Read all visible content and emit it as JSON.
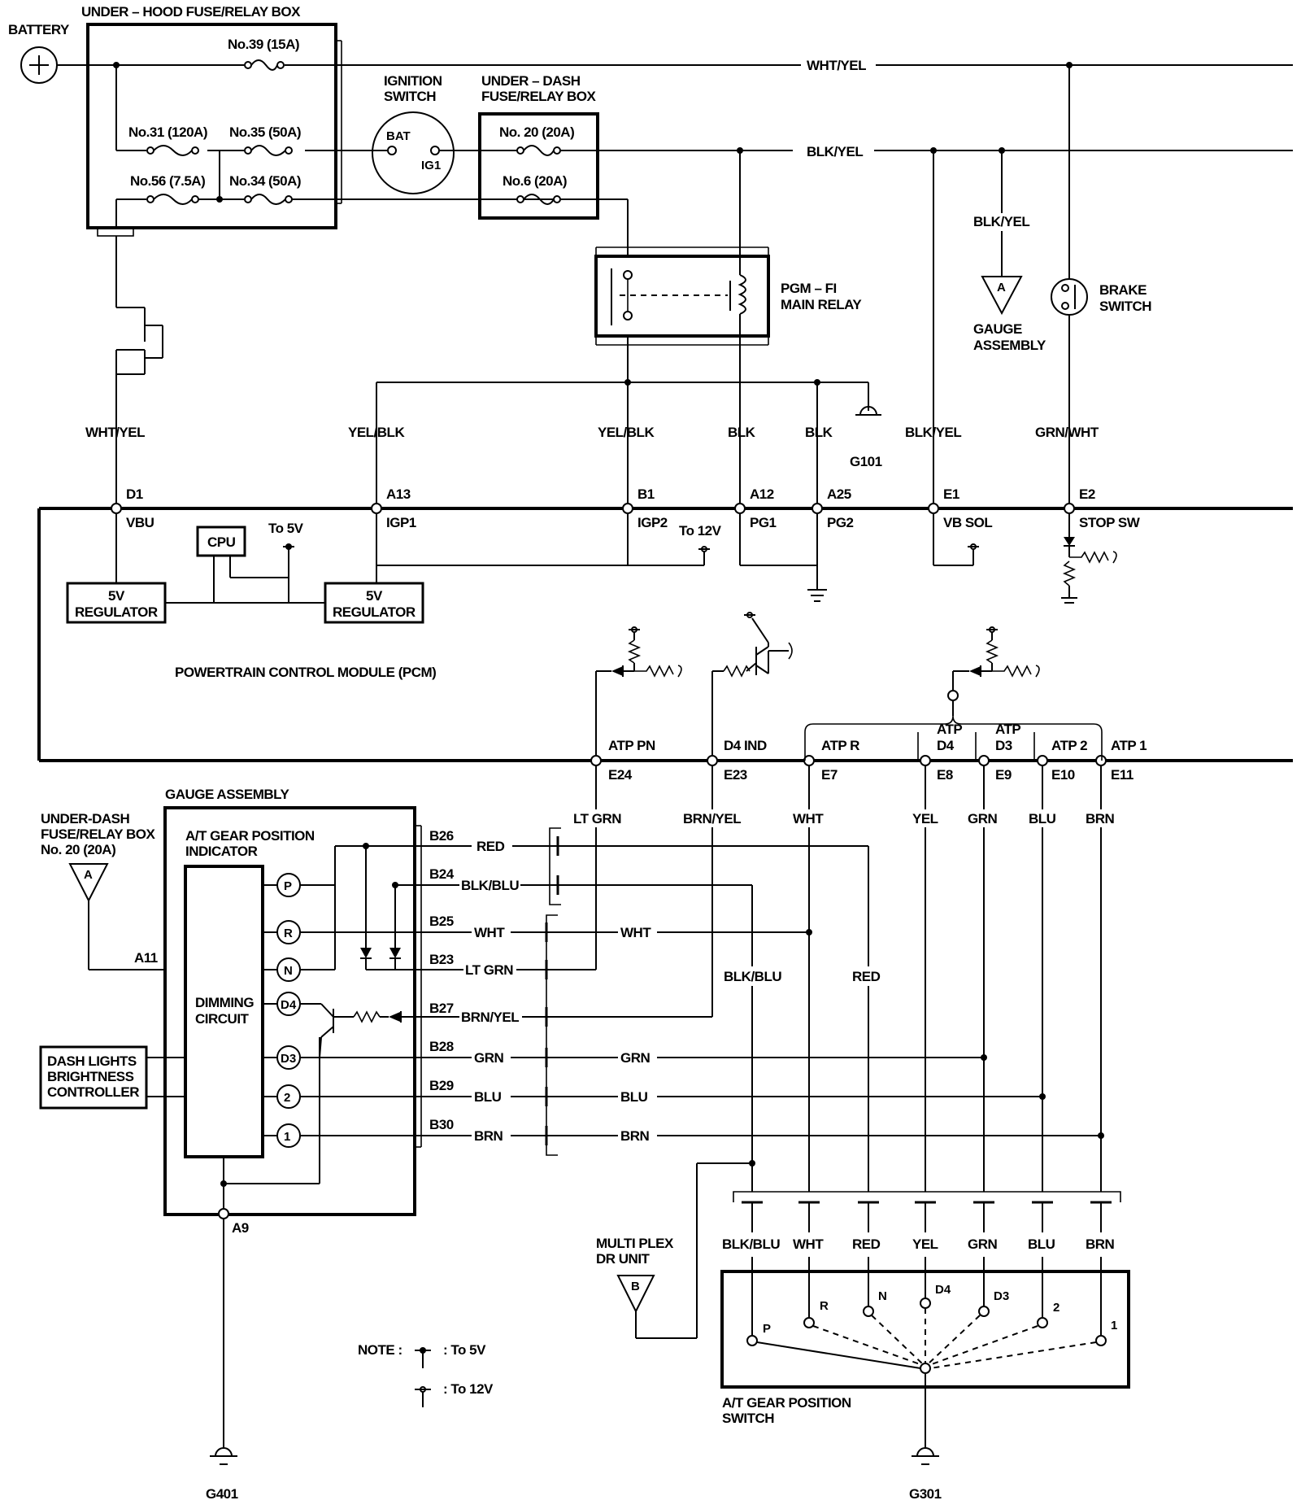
{
  "labels": {
    "underhood": "UNDER – HOOD FUSE/RELAY BOX",
    "battery": "BATTERY",
    "f39": "No.39 (15A)",
    "f31": "No.31 (120A)",
    "f35": "No.35 (50A)",
    "f56": "No.56 (7.5A)",
    "f34": "No.34 (50A)",
    "ign1": "IGNITION",
    "ign2": "SWITCH",
    "bat": "BAT",
    "ig1": "IG1",
    "ud1": "UNDER – DASH",
    "ud2": "FUSE/RELAY BOX",
    "f20": "No. 20 (20A)",
    "f6": "No.6 (20A)",
    "whtyel_top": "WHT/YEL",
    "blkyel_top": "BLK/YEL",
    "blkyel_ga": "BLK/YEL",
    "pgm1": "PGM – FI",
    "pgm2": "MAIN RELAY",
    "gauge1": "GAUGE",
    "gauge2": "ASSEMBLY",
    "brake1": "BRAKE",
    "brake2": "SWITCH",
    "whtyel_d1": "WHT/YEL",
    "yelblk_a13": "YEL/BLK",
    "yelblk_b1": "YEL/BLK",
    "blk_a12": "BLK",
    "blk_a25": "BLK",
    "g101": "G101",
    "blkyel_e1": "BLK/YEL",
    "grnwht_e2": "GRN/WHT",
    "pD1": "D1",
    "pVBU": "VBU",
    "pA13": "A13",
    "pIGP1": "IGP1",
    "pB1": "B1",
    "pIGP2": "IGP2",
    "pA12": "A12",
    "pPG1": "PG1",
    "pA25": "A25",
    "pPG2": "PG2",
    "pE1": "E1",
    "pVBSOL": "VB SOL",
    "pE2": "E2",
    "pSTOP": "STOP SW",
    "cpu": "CPU",
    "to5v": "To 5V",
    "to12v": "To 12V",
    "reg_a1": "5V",
    "reg_a2": "REGULATOR",
    "reg_b1": "5V",
    "reg_b2": "REGULATOR",
    "pcm": "POWERTRAIN CONTROL MODULE (PCM)",
    "atppn": "ATP PN",
    "d4ind": "D4 IND",
    "atpr": "ATP R",
    "atpd4a": "ATP",
    "atpd4b": "D4",
    "atpd3a": "ATP",
    "atpd3b": "D3",
    "atp2": "ATP 2",
    "atp1": "ATP 1",
    "e24": "E24",
    "e23": "E23",
    "e7": "E7",
    "e8": "E8",
    "e9": "E9",
    "e10": "E10",
    "e11": "E11",
    "w_ltgrn": "LT GRN",
    "w_brnyel": "BRN/YEL",
    "w_wht": "WHT",
    "w_yel": "YEL",
    "w_grn": "GRN",
    "w_blu": "BLU",
    "w_brn": "BRN",
    "gauge_asm": "GAUGE ASSEMBLY",
    "atgpi1": "A/T GEAR POSITION",
    "atgpi2": "INDICATOR",
    "dim1": "DIMMING",
    "dim2": "CIRCUIT",
    "udfr1": "UNDER-DASH",
    "udfr2": "FUSE/RELAY BOX",
    "udfr3": "No. 20 (20A)",
    "a11": "A11",
    "a9": "A9",
    "dash1": "DASH LIGHTS",
    "dash2": "BRIGHTNESS",
    "dash3": "CONTROLLER",
    "ind_P": "P",
    "ind_R": "R",
    "ind_N": "N",
    "ind_D4": "D4",
    "ind_D3": "D3",
    "ind_2": "2",
    "ind_1": "1",
    "b26": "B26",
    "b24": "B24",
    "b25": "B25",
    "b23": "B23",
    "b27": "B27",
    "b28": "B28",
    "b29": "B29",
    "b30": "B30",
    "c_red": "RED",
    "c_blkblu": "BLK/BLU",
    "c_wht": "WHT",
    "c_ltgrn": "LT GRN",
    "c_brnyel": "BRN/YEL",
    "c_grn": "GRN",
    "c_blu": "BLU",
    "c_brn": "BRN",
    "c_wht2": "WHT",
    "c_grn2": "GRN",
    "c_blu2": "BLU",
    "c_brn2": "BRN",
    "v_blkblu": "BLK/BLU",
    "v_red": "RED",
    "mp1": "MULTI PLEX",
    "mp2": "DR UNIT",
    "sw_blkblu": "BLK/BLU",
    "sw_wht": "WHT",
    "sw_red": "RED",
    "sw_yel": "YEL",
    "sw_grn": "GRN",
    "sw_blu": "BLU",
    "sw_brn": "BRN",
    "sp_P": "P",
    "sp_R": "R",
    "sp_N": "N",
    "sp_D4": "D4",
    "sp_D3": "D3",
    "sp_2": "2",
    "sp_1": "1",
    "atgps1": "A/T GEAR POSITION",
    "atgps2": "SWITCH",
    "note": "NOTE :",
    "note5v": ": To 5V",
    "note12v": ": To 12V",
    "g401": "G401",
    "g301": "G301",
    "tri_A1": "A",
    "tri_A2": "A",
    "tri_B": "B"
  }
}
